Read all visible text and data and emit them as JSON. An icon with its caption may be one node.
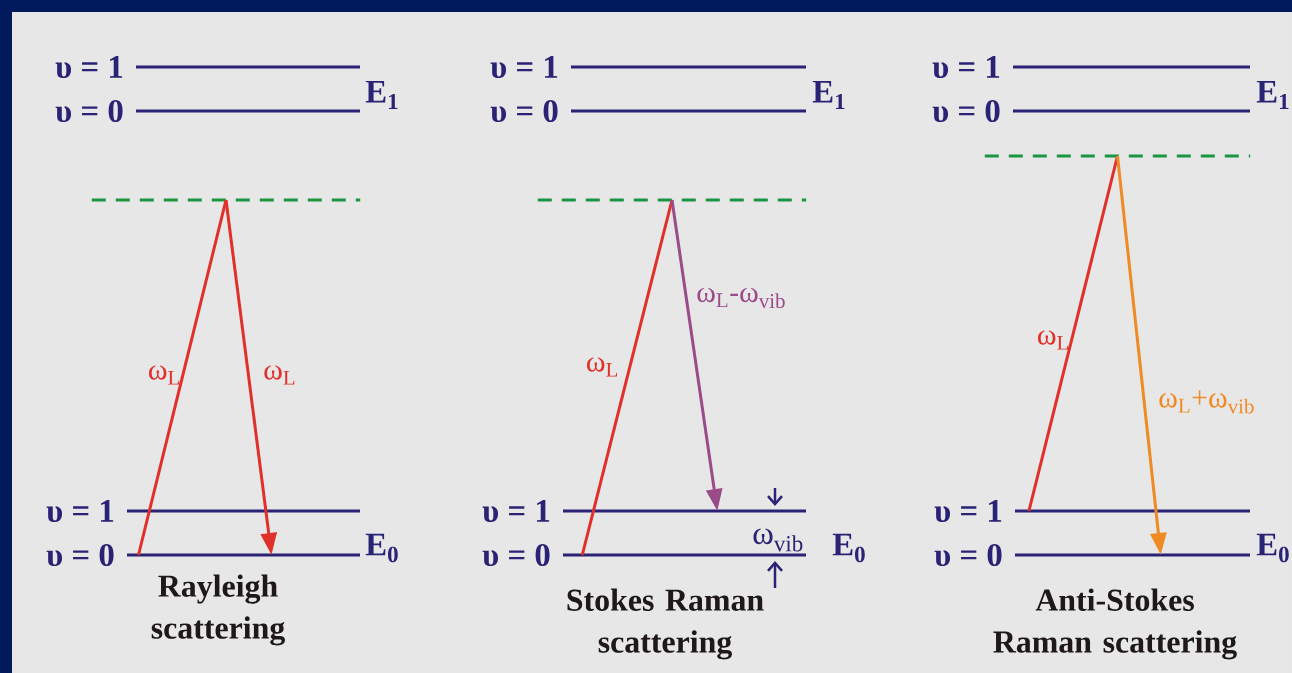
{
  "diagram": {
    "nodes": [
      {
        "text": [
          "υ = 1"
        ]
      },
      {
        "text": [
          "υ = 0"
        ]
      },
      {
        "text": [],
        "shape": "line"
      },
      {
        "text": [
          "υ = 1"
        ]
      },
      {
        "text": [
          "υ = 0"
        ]
      },
      {
        "text": [
          "υ = 1"
        ]
      },
      {
        "text": [
          "υ = 0"
        ]
      },
      {
        "text": [],
        "shape": "line"
      },
      {
        "text": [
          "υ = 1"
        ]
      },
      {
        "text": [
          "υ = 0"
        ]
      },
      {
        "text": [
          "υ = 1"
        ]
      },
      {
        "text": [
          "υ = 0"
        ]
      },
      {
        "text": [],
        "shape": "line"
      },
      {
        "text": [
          "υ = 1"
        ]
      },
      {
        "text": [
          "υ = 0"
        ]
      }
    ],
    "edges": [
      {
        "from": 4,
        "to": 2,
        "arrow": "none",
        "label": "ω$_{L}$"
      },
      {
        "from": 2,
        "to": 4,
        "arrow": "to",
        "label": "ω$_{L}$"
      },
      {
        "from": 9,
        "to": 7,
        "arrow": "none",
        "label": "ω$_{L}$"
      },
      {
        "from": 7,
        "to": 8,
        "arrow": "to",
        "label": "ω$_{L}$-ω$_{vib}$",
        "color": "#9b4a8a"
      },
      {
        "from": 13,
        "to": 12,
        "arrow": "none",
        "label": "ω$_{L}$"
      },
      {
        "from": 12,
        "to": 14,
        "arrow": "to",
        "label": "ω$_{L}$+ω$_{vib}$",
        "color": "#f08a24"
      }
    ],
    "labels": [
      "E$_{1}$",
      "E$_{1}$",
      "E$_{1}$",
      "E$_{0}$",
      "ω$_{vib}$",
      "E$_{0}$",
      "E$_{0}$",
      "Rayleigh scattering",
      "Stokes Raman scattering",
      "Anti-Stokes Raman scattering"
    ]
  }
}
